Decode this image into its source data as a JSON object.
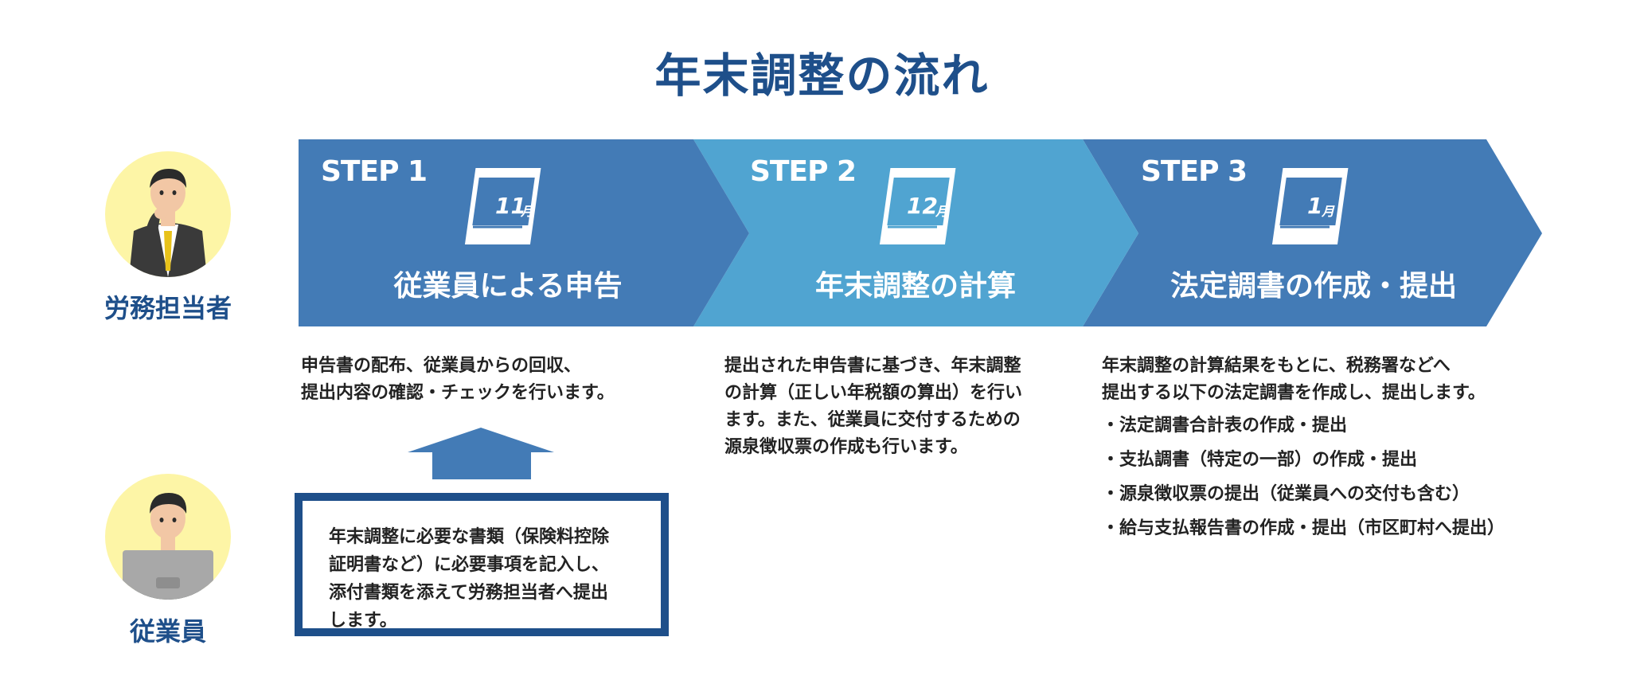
{
  "title": "年末調整の流れ",
  "roles": {
    "hr": "労務担当者",
    "employee": "従業員"
  },
  "colors": {
    "title": "#1e4f8a",
    "step_dark": "#437bb6",
    "step_light": "#50a4d1",
    "avatar_bg": "#fdf5a6",
    "box_border": "#1e4f8a"
  },
  "steps": [
    {
      "label": "STEP 1",
      "month_num": "11",
      "month_unit": "月",
      "title": "従業員による申告",
      "description": [
        "申告書の配布、従業員からの回収、",
        "提出内容の確認・チェックを行います。"
      ]
    },
    {
      "label": "STEP 2",
      "month_num": "12",
      "month_unit": "月",
      "title": "年末調整の計算",
      "description": [
        "提出された申告書に基づき、年末調整",
        "の計算（正しい年税額の算出）を行い",
        "ます。また、従業員に交付するための",
        "源泉徴収票の作成も行います。"
      ]
    },
    {
      "label": "STEP 3",
      "month_num": "1",
      "month_unit": "月",
      "title": "法定調書の作成・提出",
      "description": [
        "年末調整の計算結果をもとに、税務署などへ",
        "提出する以下の法定調書を作成し、提出します。"
      ],
      "bullets": [
        "・法定調書合計表の作成・提出",
        "・支払調書（特定の一部）の作成・提出",
        "・源泉徴収票の提出（従業員への交付も含む）",
        "・給与支払報告書の作成・提出（市区町村へ提出）"
      ]
    }
  ],
  "employee_box": [
    "年末調整に必要な書類（保険料控除",
    "証明書など）に必要事項を記入し、",
    "添付書類を添えて労務担当者へ提出",
    "します。"
  ],
  "icons": {
    "calendar": "calendar-icon",
    "arrow_up": "arrow-up-icon",
    "hr_person": "hr-staff-avatar",
    "employee_person": "employee-avatar"
  }
}
